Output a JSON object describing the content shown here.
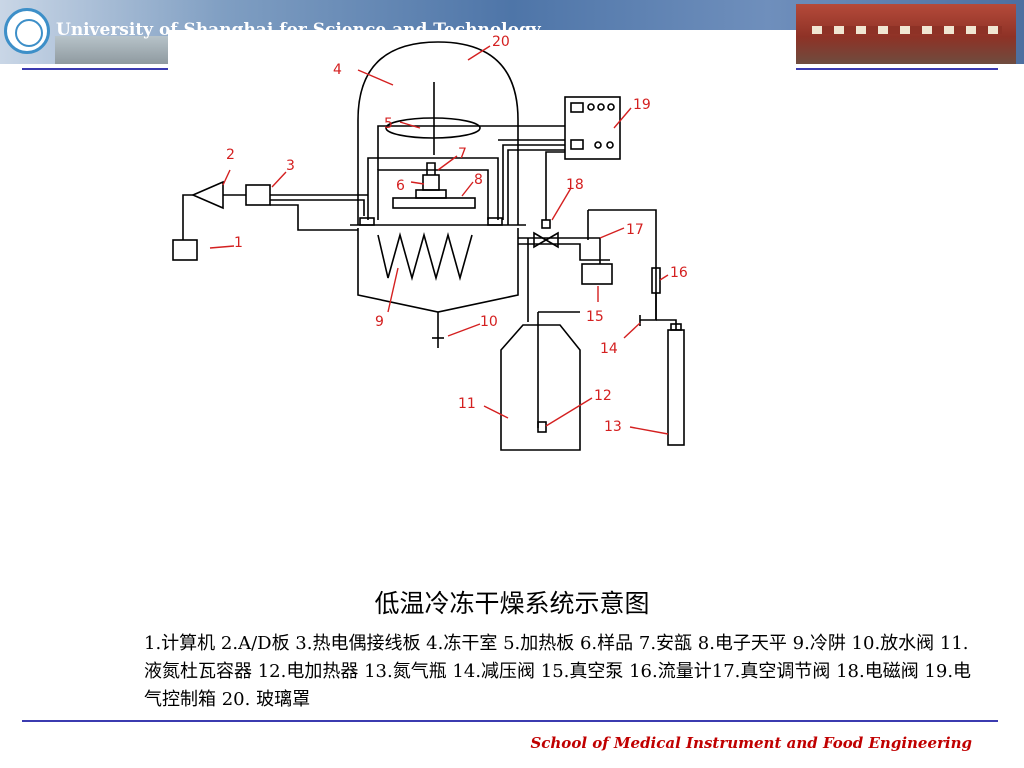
{
  "header": {
    "university": "University of Shanghai for Science and Technology"
  },
  "diagram": {
    "labels": [
      "1",
      "2",
      "3",
      "4",
      "5",
      "6",
      "7",
      "8",
      "9",
      "10",
      "11",
      "12",
      "13",
      "14",
      "15",
      "16",
      "17",
      "18",
      "19",
      "20"
    ]
  },
  "caption": {
    "title": "低温冷冻干燥系统示意图",
    "legend": "1.计算机 2.A/D板 3.热电偶接线板 4.冻干室 5.加热板 6.样品 7.安瓿 8.电子天平 9.冷阱 10.放水阀 11.液氮杜瓦容器 12.电加热器 13.氮气瓶 14.减压阀 15.真空泵 16.流量计17.真空调节阀 18.电磁阀 19.电气控制箱 20. 玻璃罩"
  },
  "footer": {
    "school": "School of Medical Instrument and Food Engineering"
  },
  "colors": {
    "rule_line": "#3b3bb0",
    "footer_text": "#c00000",
    "diagram_label": "#d42020"
  }
}
